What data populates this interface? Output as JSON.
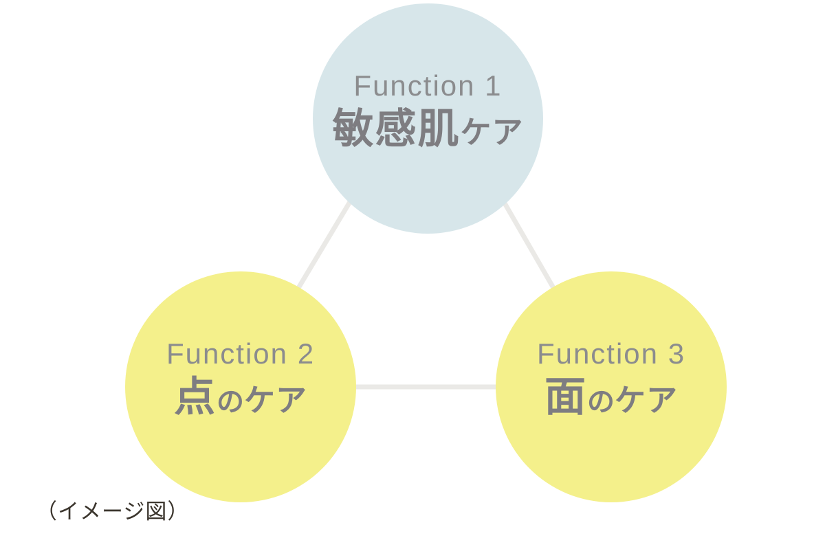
{
  "diagram": {
    "caption": "（イメージ図）",
    "circles": [
      {
        "label": "Function 1",
        "jp_main": "敏感肌",
        "jp_no": "",
        "jp_kana": "ケア"
      },
      {
        "label": "Function 2",
        "jp_main": "点",
        "jp_no": "の",
        "jp_kana": "ケア"
      },
      {
        "label": "Function 3",
        "jp_main": "面",
        "jp_no": "の",
        "jp_kana": "ケア"
      }
    ],
    "colors": {
      "circle_top_fill": "#d7e6ea",
      "circle_bottom_fill": "#f4f08b",
      "connector_line": "#eae9e6",
      "function_label_text": "#8b8c8e",
      "jp_text": "#7e7d81",
      "caption_text": "#3b352d",
      "background": "#ffffff"
    }
  }
}
